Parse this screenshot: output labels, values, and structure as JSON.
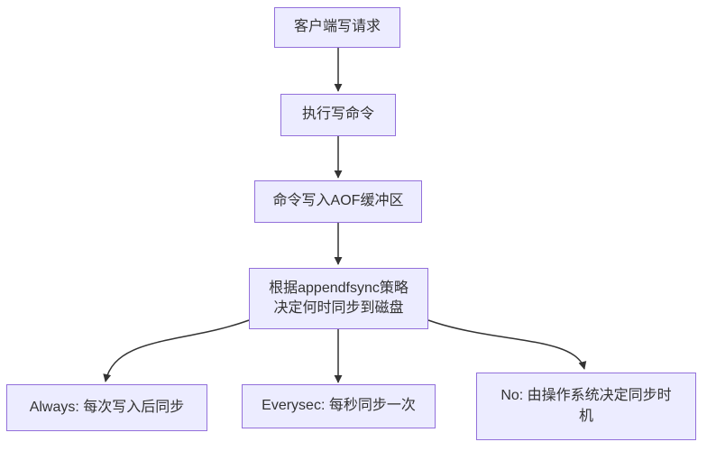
{
  "diagram": {
    "type": "flowchart",
    "topic": "Redis AOF write and sync flow",
    "styles": {
      "background": "#ffffff",
      "node_fill": "#ECECFF",
      "node_border": "#9370DB",
      "text_color": "#333333",
      "arrow_color": "#333333"
    },
    "nodes": {
      "client_write": {
        "label": "客户端写请求"
      },
      "execute_write": {
        "label": "执行写命令"
      },
      "aof_buffer": {
        "label": "命令写入AOF缓冲区"
      },
      "strategy": {
        "lines": [
          "根据appendfsync策略",
          "决定何时同步到磁盘"
        ]
      },
      "always": {
        "label": "Always: 每次写入后同步"
      },
      "everysec": {
        "label": "Everysec: 每秒同步一次"
      },
      "no": {
        "lines": [
          "No: 由操作系统决定同步时",
          "机"
        ]
      }
    },
    "edges": [
      {
        "from": "client_write",
        "to": "execute_write"
      },
      {
        "from": "execute_write",
        "to": "aof_buffer"
      },
      {
        "from": "aof_buffer",
        "to": "strategy"
      },
      {
        "from": "strategy",
        "to": "always"
      },
      {
        "from": "strategy",
        "to": "everysec"
      },
      {
        "from": "strategy",
        "to": "no"
      }
    ]
  }
}
